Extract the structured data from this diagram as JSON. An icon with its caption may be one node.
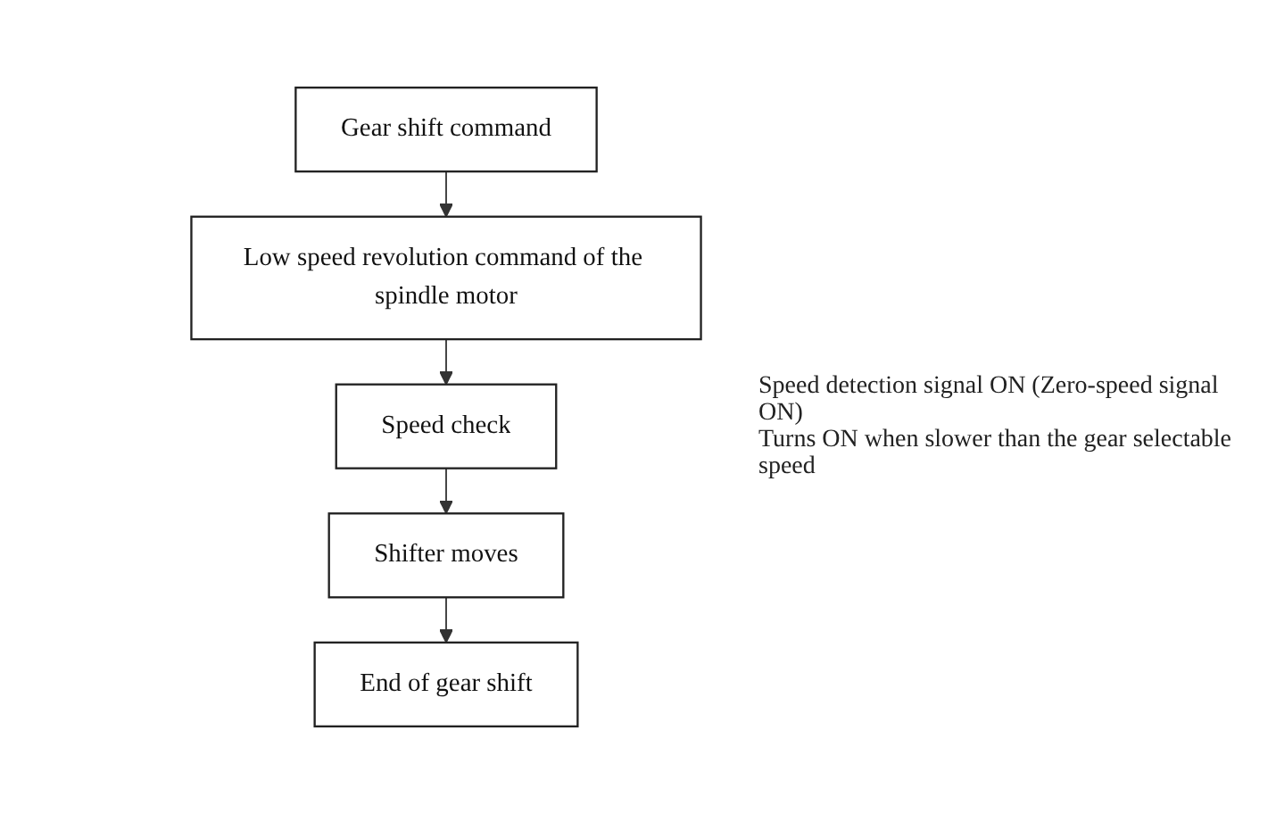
{
  "diagram": {
    "nodes": [
      {
        "text": [
          "Gear shift command"
        ]
      },
      {
        "text": [
          "Low speed revolution command of the spindle motor"
        ]
      },
      {
        "text": [
          "Speed check"
        ],
        "beside": [
          "Speed detection signal ON (Zero-speed signal ON)",
          "Turns ON when slower than the gear selectable speed"
        ]
      },
      {
        "text": [
          "Shifter moves"
        ]
      },
      {
        "text": [
          "End of gear shift"
        ]
      }
    ],
    "edges": [
      {
        "from": 0,
        "to": 1,
        "arrow": "to"
      },
      {
        "from": 1,
        "to": 2,
        "arrow": "to"
      },
      {
        "from": 2,
        "to": 3,
        "arrow": "to"
      },
      {
        "from": 3,
        "to": 4,
        "arrow": "to"
      }
    ]
  }
}
